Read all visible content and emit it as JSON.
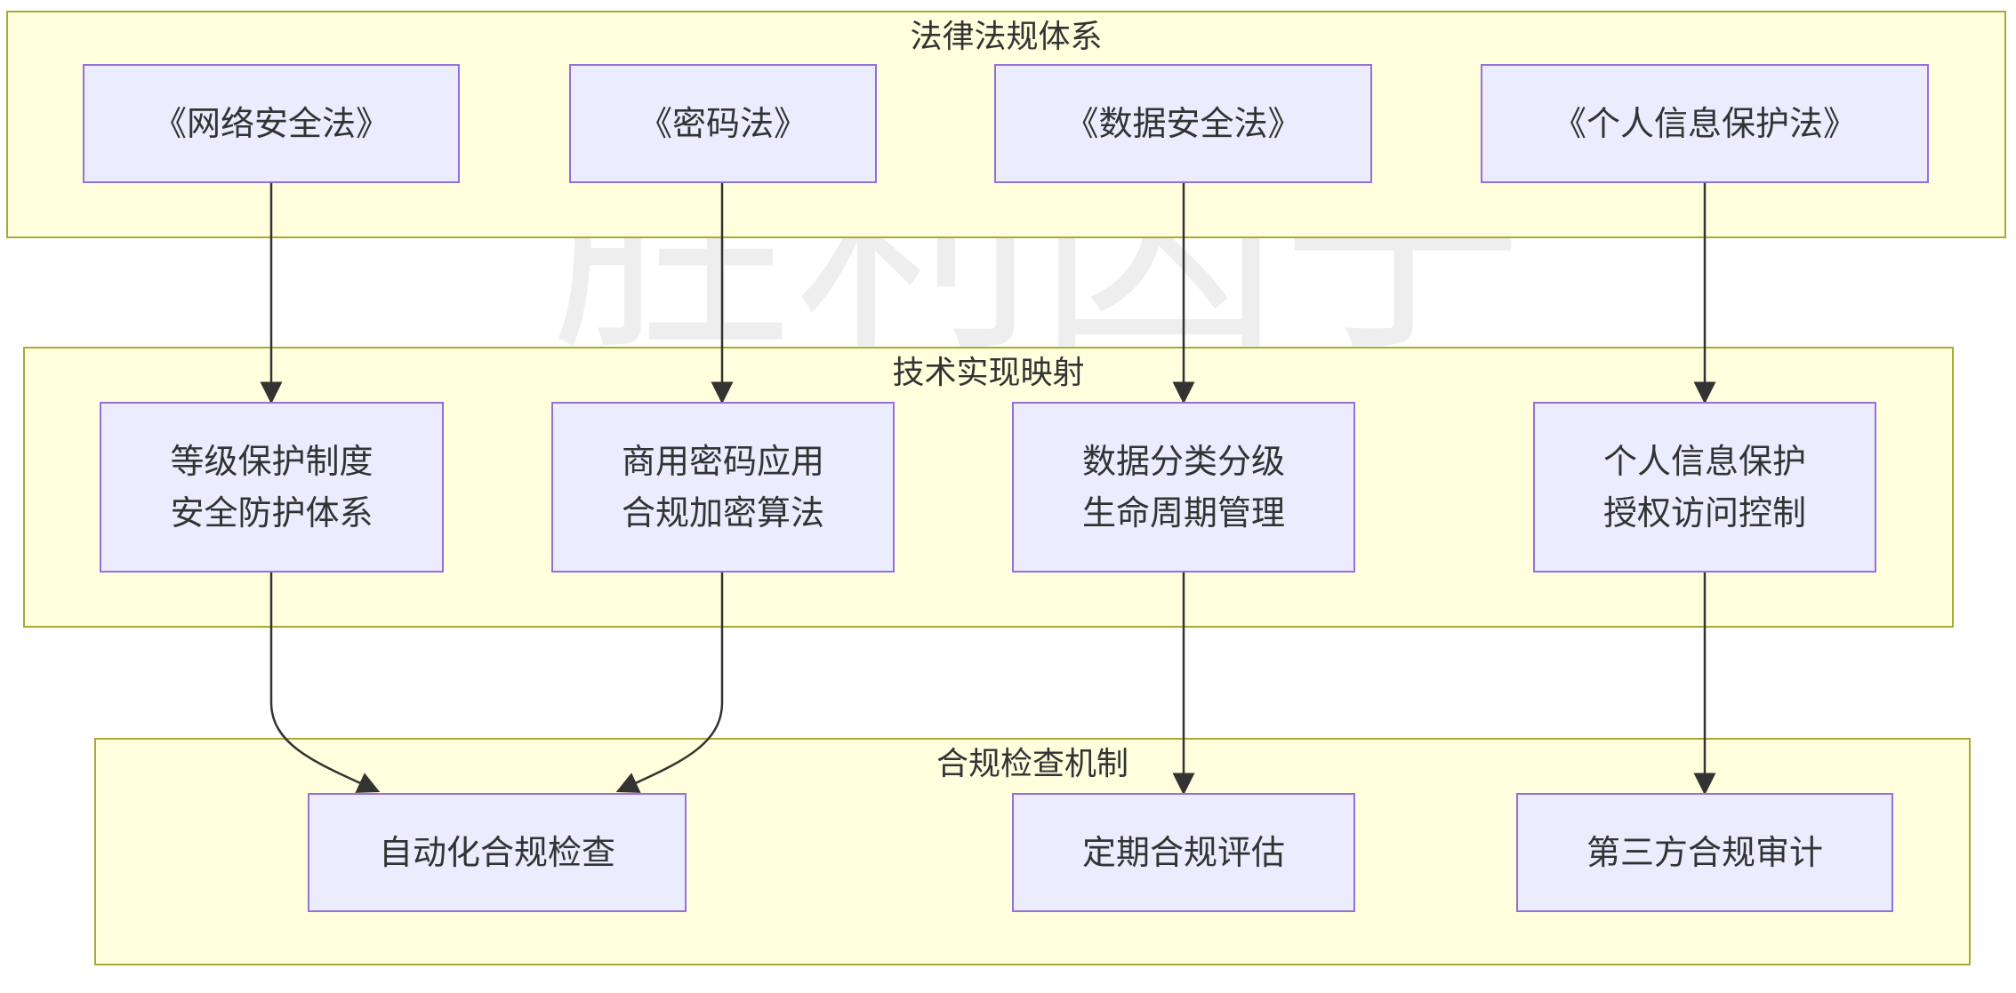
{
  "watermark": "胜利因子",
  "clusters": {
    "law": {
      "title": "法律法规体系"
    },
    "tech": {
      "title": "技术实现映射"
    },
    "check": {
      "title": "合规检查机制"
    }
  },
  "nodes": {
    "law1": {
      "label": "《网络安全法》"
    },
    "law2": {
      "label": "《密码法》"
    },
    "law3": {
      "label": "《数据安全法》"
    },
    "law4": {
      "label": "《个人信息保护法》"
    },
    "tech1": {
      "line1": "等级保护制度",
      "line2": "安全防护体系"
    },
    "tech2": {
      "line1": "商用密码应用",
      "line2": "合规加密算法"
    },
    "tech3": {
      "line1": "数据分类分级",
      "line2": "生命周期管理"
    },
    "tech4": {
      "line1": "个人信息保护",
      "line2": "授权访问控制"
    },
    "check1": {
      "label": "自动化合规检查"
    },
    "check2": {
      "label": "定期合规评估"
    },
    "check3": {
      "label": "第三方合规审计"
    }
  },
  "edges": [
    {
      "from": "law1",
      "to": "tech1"
    },
    {
      "from": "law2",
      "to": "tech2"
    },
    {
      "from": "law3",
      "to": "tech3"
    },
    {
      "from": "law4",
      "to": "tech4"
    },
    {
      "from": "tech1",
      "to": "check1"
    },
    {
      "from": "tech2",
      "to": "check1"
    },
    {
      "from": "tech3",
      "to": "check2"
    },
    {
      "from": "tech4",
      "to": "check3"
    }
  ],
  "colors": {
    "cluster_fill": "#ffffde",
    "cluster_border": "#aaaa33",
    "node_fill": "#ececff",
    "node_border": "#9370db",
    "edge": "#333333"
  }
}
